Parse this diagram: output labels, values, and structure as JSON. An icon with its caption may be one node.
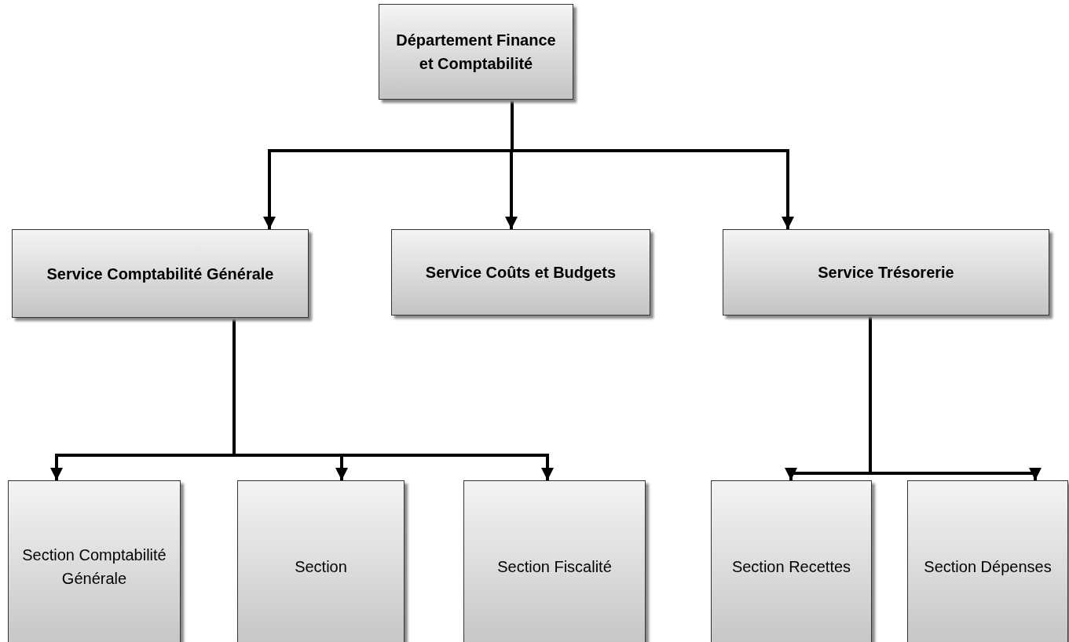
{
  "diagram": {
    "nodes": [
      {
        "text": [
          "Département Finance et Comptabilité"
        ]
      },
      {
        "text": [
          "Service Comptabilité Générale"
        ]
      },
      {
        "text": [
          "Service Coûts et Budgets"
        ]
      },
      {
        "text": [
          "Service Trésorerie"
        ]
      },
      {
        "text": [
          "Section Comptabilité Générale"
        ]
      },
      {
        "text": [
          "Section"
        ]
      },
      {
        "text": [
          "Section Fiscalité"
        ]
      },
      {
        "text": [
          "Section Recettes"
        ]
      },
      {
        "text": [
          "Section Dépenses"
        ]
      }
    ],
    "edges": [
      {
        "from": 0,
        "to": 1,
        "arrow": "to"
      },
      {
        "from": 0,
        "to": 2,
        "arrow": "to"
      },
      {
        "from": 0,
        "to": 3,
        "arrow": "to"
      },
      {
        "from": 1,
        "to": 4,
        "arrow": "to"
      },
      {
        "from": 1,
        "to": 5,
        "arrow": "to"
      },
      {
        "from": 1,
        "to": 6,
        "arrow": "to"
      },
      {
        "from": 3,
        "to": 7,
        "arrow": "to"
      },
      {
        "from": 3,
        "to": 8,
        "arrow": "to"
      }
    ]
  }
}
